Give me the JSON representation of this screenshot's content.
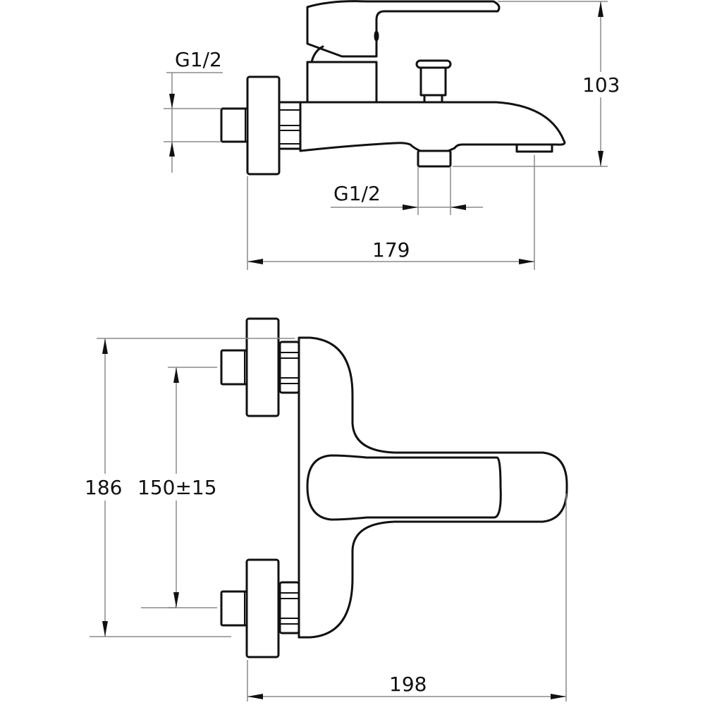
{
  "drawing": {
    "subject": "bath-shower-mixer",
    "line_color": "#111111",
    "dimension_line_color": "#8a8a8a",
    "side_view": {
      "dimensions": {
        "inlet_thread": "G1/2",
        "outlet_thread": "G1/2",
        "height": "103",
        "depth": "179"
      }
    },
    "top_view": {
      "dimensions": {
        "overall_height": "186",
        "center_distance": "150±15",
        "width": "198"
      }
    }
  }
}
